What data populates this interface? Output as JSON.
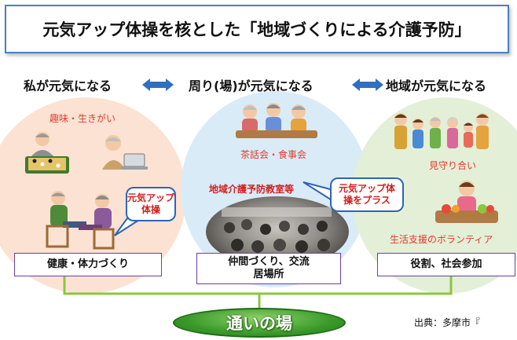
{
  "title": "元気アップ体操を核とした「地域づくりによる介護予防」",
  "headings": {
    "self": "私が元気になる",
    "surroundings": "周り(場)が元気になる",
    "community": "地域が元気になる"
  },
  "circles": {
    "left": {
      "caption": "趣味・生きがい",
      "bubble": "元気アップ\n体操",
      "box_label": "健康・体力づくり"
    },
    "center": {
      "caption_top": "茶話会・食事会",
      "caption_photo": "地域介護予防教室等",
      "bubble": "元気アップ体\n操をプラス",
      "box_label": "仲間づくり、交流\n居場所"
    },
    "right": {
      "caption_top": "見守り合い",
      "caption_bottom": "生活支援のボランティア",
      "box_label": "役割、社会参加"
    }
  },
  "bottom_label": "通いの場",
  "source": "出典：多摩市『",
  "colors": {
    "title_border": "#4a7fc1",
    "arrow_blue": "#2f6fc0",
    "circle_left": "#fbe2d2",
    "circle_center": "#d9ebf6",
    "circle_right": "#e3efd7",
    "red_text": "#e23b2e",
    "box_border": "#6a3ea8",
    "green": "#3b9a2a"
  }
}
